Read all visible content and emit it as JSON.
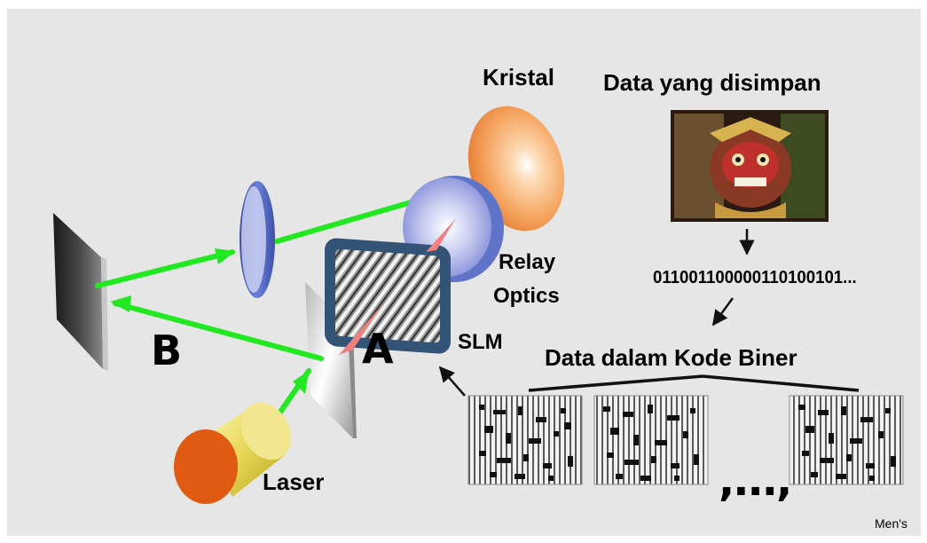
{
  "labels": {
    "kristal": "Kristal",
    "data_title": "Data yang disimpan",
    "binary_string": "011001100000110100101...",
    "relay_line1": "Relay",
    "relay_line2": "Optics",
    "slm": "SLM",
    "kode_biner": "Data dalam Kode Biner",
    "point_a": "A",
    "point_b": "B",
    "laser": "Laser",
    "ellipsis": ",...,",
    "credit": "Men's"
  },
  "colors": {
    "background": "#e6e6e6",
    "beam": "#22e822",
    "crystal": "#f5a560",
    "lens": "#5f74c8",
    "slm_frame": "#335377",
    "laser_body": "#e8d858",
    "laser_cap": "#e05a12",
    "signal_arrow": "#f08080"
  }
}
